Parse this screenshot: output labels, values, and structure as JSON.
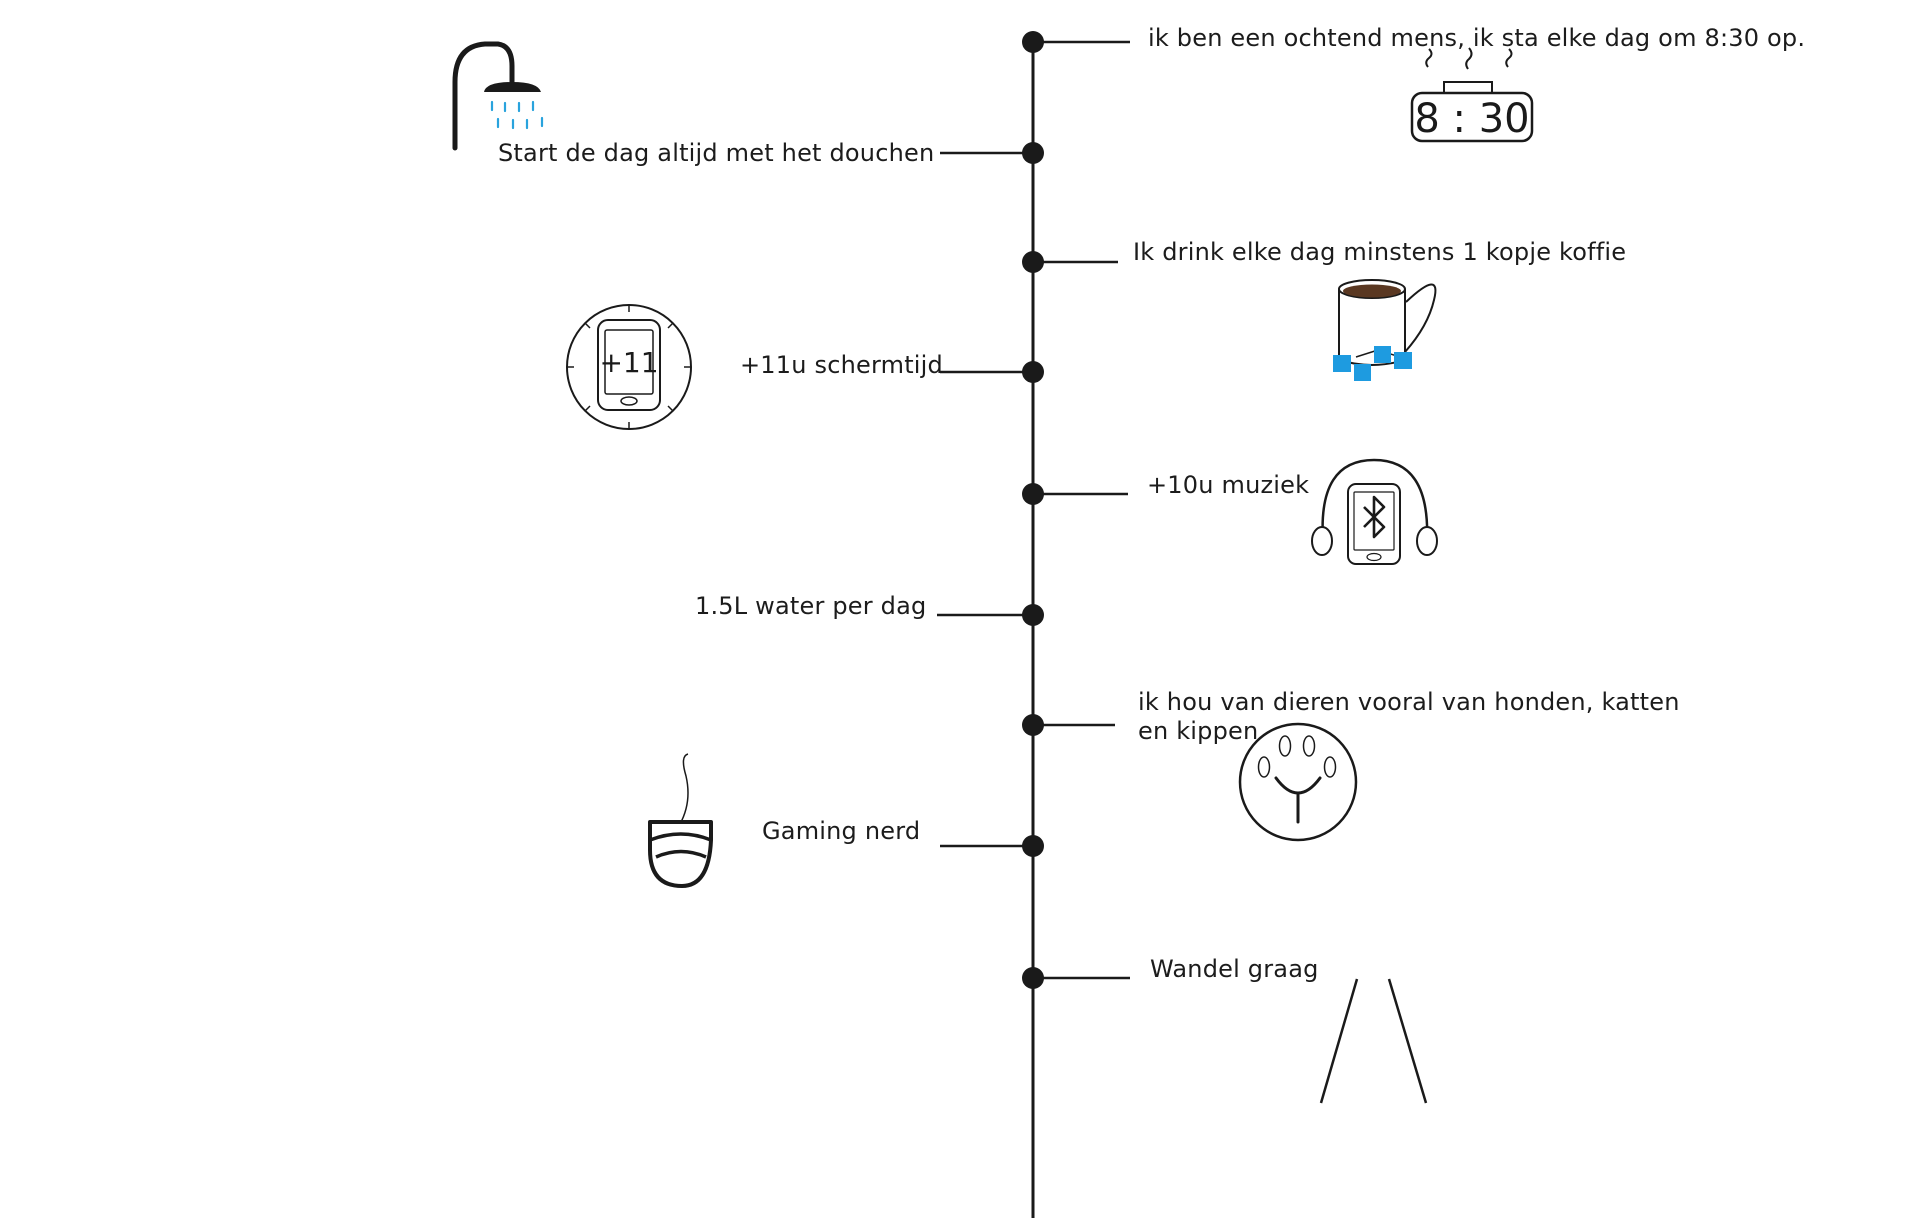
{
  "timeline": {
    "items": [
      {
        "side": "right",
        "text": "ik ben een ochtend mens, ik sta elke dag om 8:30 op.",
        "icon": "alarm-clock-icon"
      },
      {
        "side": "left",
        "text": "Start de dag altijd met het douchen",
        "icon": "shower-icon"
      },
      {
        "side": "right",
        "text": "Ik drink elke dag minstens 1 kopje koffie",
        "icon": "coffee-mug-icon"
      },
      {
        "side": "left",
        "text": "+11u schermtijd",
        "icon": "smartphone-icon"
      },
      {
        "side": "right",
        "text": "+10u muziek",
        "icon": "bluetooth-headphones-icon"
      },
      {
        "side": "left",
        "text": "1.5L water per dag",
        "icon": ""
      },
      {
        "side": "right",
        "text": "ik hou van dieren vooral van honden, katten en kippen",
        "icon": "paw-icon"
      },
      {
        "side": "left",
        "text": "Gaming nerd",
        "icon": "computer-mouse-icon"
      },
      {
        "side": "right",
        "text": "Wandel graag",
        "icon": "walking-legs-icon"
      }
    ]
  },
  "icons": {
    "clock_display": "8 : 30",
    "phone_display": "+11"
  },
  "colors": {
    "line": "#1a1a1a",
    "water_drops": "#29a3dd",
    "sugar_cubes": "#1e9be0",
    "coffee": "#5a3822"
  }
}
